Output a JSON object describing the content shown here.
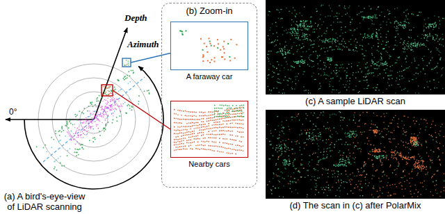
{
  "diagram": {
    "nodes": [
      {
        "text": [
          "(a) A bird's-eye-view of LiDAR scanning"
        ]
      },
      {
        "text": [
          "(b) Zoom-in"
        ]
      },
      {
        "text": [
          "A faraway car"
        ],
        "in": 1
      },
      {
        "text": [
          "Nearby cars"
        ],
        "in": 1
      },
      {
        "text": [
          "(c) A sample LiDAR scan"
        ]
      },
      {
        "text": [
          "(d) The scan in (c) after PolarMix"
        ]
      }
    ],
    "labels": [
      "Depth",
      "Azimuth",
      "0°"
    ]
  }
}
